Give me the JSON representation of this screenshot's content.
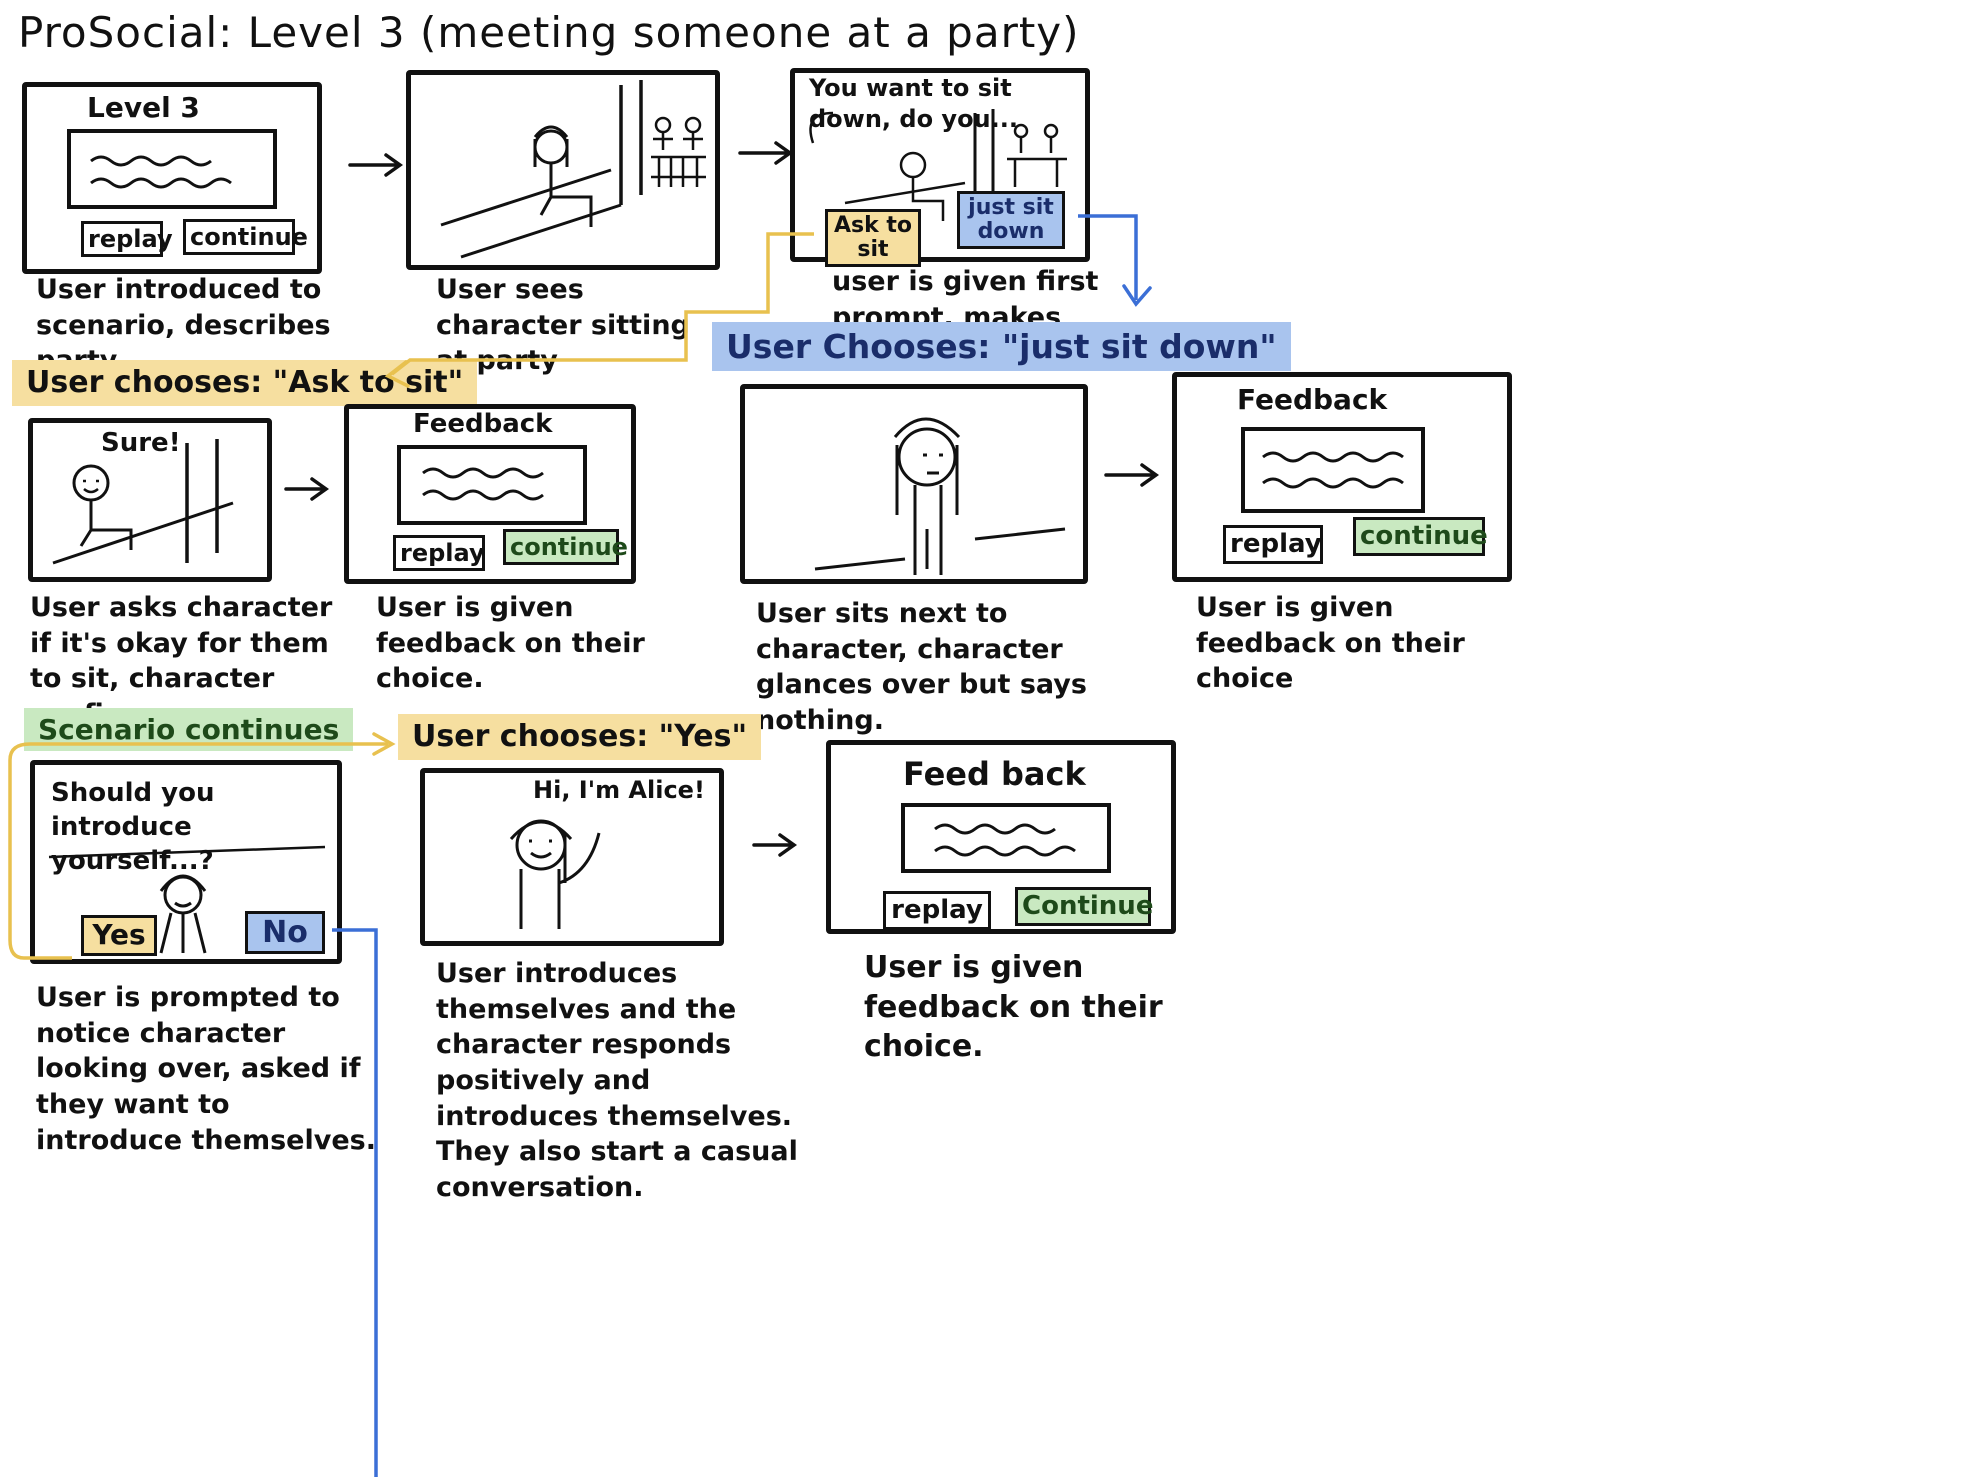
{
  "title": "ProSocial: Level 3 (meeting someone at a party)",
  "colors": {
    "yellow": "#e8c14f",
    "blue": "#3b6fd6",
    "green": "#7cc06a",
    "ink": "#111111"
  },
  "row1": {
    "frame1": {
      "heading": "Level 3",
      "replay": "replay",
      "continue": "continue"
    },
    "caption1": "User introduced to scenario, describes party.",
    "caption2": "User sees character sitting at party",
    "frame3": {
      "speech": "You want to sit down, do you...",
      "ask_button": "Ask to sit",
      "sit_button": "just sit down"
    },
    "caption3": "user is given first prompt, makes decision"
  },
  "row2": {
    "tag_ask": "User chooses: \"Ask to sit\"",
    "tag_sit": "User Chooses: \"just sit down\"",
    "frame_sure": {
      "speech": "Sure!"
    },
    "caption_ask": "User asks character if it's okay for them to sit, character confirms.",
    "feedback_a": {
      "heading": "Feedback",
      "replay": "replay",
      "continue": "continue"
    },
    "caption_feedback_a": "User is given feedback on their choice.",
    "caption_sit": "User sits next to character, character glances over but says nothing.",
    "feedback_b": {
      "heading": "Feedback",
      "replay": "replay",
      "continue": "continue"
    },
    "caption_feedback_b": "User is given feedback on their choice"
  },
  "row3": {
    "tag_continue": "Scenario continues",
    "tag_yes": "User chooses: \"Yes\"",
    "frame_intro": {
      "speech": "Should you introduce yourself...?",
      "yes_button": "Yes",
      "no_button": "No"
    },
    "caption_intro": "User is prompted to notice character looking over, asked if they want to introduce themselves.",
    "frame_alice": {
      "speech": "Hi, I'm Alice!"
    },
    "caption_alice": "User introduces themselves and the character responds positively and introduces themselves. They also start a casual conversation.",
    "feedback_c": {
      "heading": "Feed back",
      "replay": "replay",
      "continue": "Continue"
    },
    "caption_feedback_c": "User is given feedback on their choice."
  }
}
